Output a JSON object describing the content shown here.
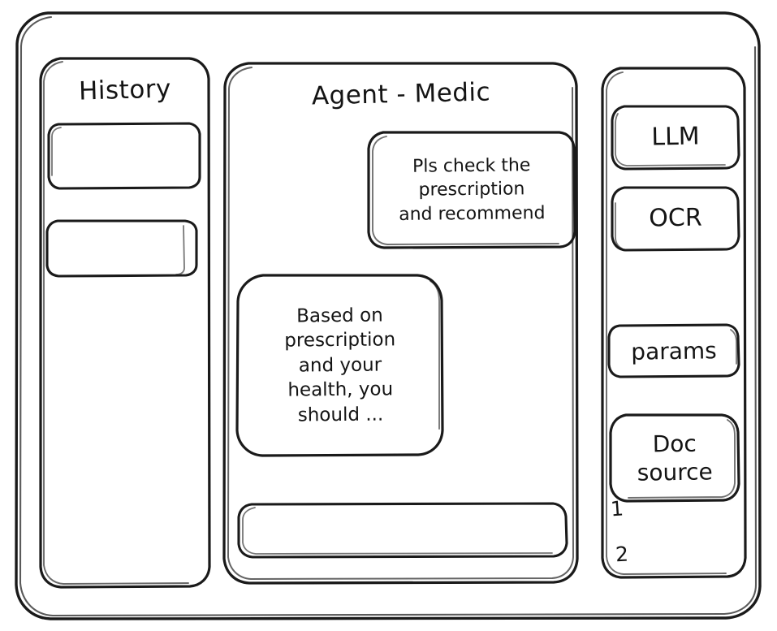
{
  "window": {
    "name": "wireframe-window"
  },
  "history": {
    "title": "History",
    "items": [
      {
        "label": ""
      },
      {
        "label": ""
      }
    ]
  },
  "agent": {
    "title": "Agent - Medic",
    "messages": [
      {
        "role": "user",
        "text": "Pls check the\nprescription\nand recommend"
      },
      {
        "role": "assistant",
        "text": "Based on\nprescription\nand your\nhealth, you\nshould ..."
      }
    ],
    "composer": {
      "value": "",
      "placeholder": ""
    }
  },
  "tools": {
    "buttons": [
      {
        "label": "LLM"
      },
      {
        "label": "OCR"
      },
      {
        "label": "params"
      },
      {
        "label": "Doc\nsource"
      }
    ],
    "doc_refs": [
      "1",
      "2"
    ]
  },
  "colors": {
    "stroke": "#1a1a1a",
    "background": "#ffffff"
  }
}
